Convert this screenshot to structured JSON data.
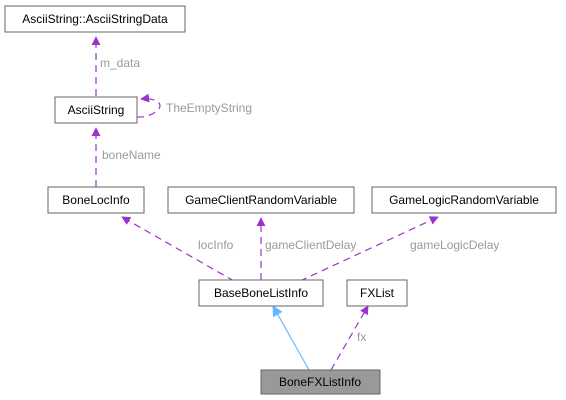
{
  "diagram": {
    "nodes": {
      "asciistringdata": "AsciiString::AsciiStringData",
      "asciistring": "AsciiString",
      "bonelocinfo": "BoneLocInfo",
      "gameclientrandomvariable": "GameClientRandomVariable",
      "gamelogicrandomvariable": "GameLogicRandomVariable",
      "basebonelistinfo": "BaseBoneListInfo",
      "fxlist": "FXList",
      "bonefxlistinfo": "BoneFXListInfo"
    },
    "edges": {
      "m_data": "m_data",
      "theemptystring": "TheEmptyString",
      "bonename": "boneName",
      "locinfo": "locInfo",
      "gameclientdelay": "gameClientDelay",
      "gamelogicdelay": "gameLogicDelay",
      "fx": "fx"
    },
    "colors": {
      "member_edge": "#9a32cd",
      "inherit_edge": "#63b8ff",
      "node_border": "#666666",
      "highlight_fill": "#999999",
      "label_text": "#9a9a9a"
    }
  }
}
